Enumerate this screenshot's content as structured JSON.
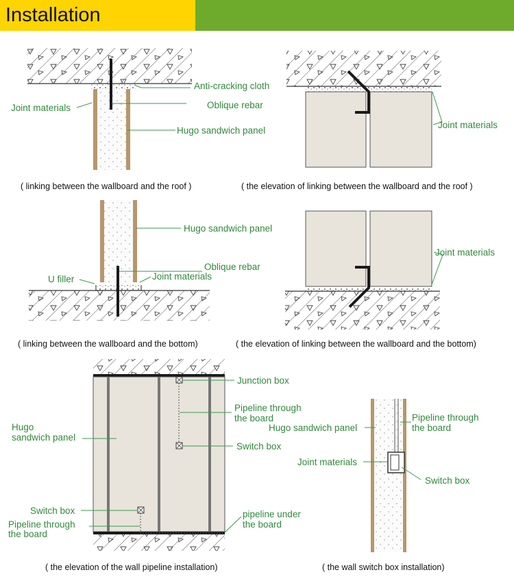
{
  "header": {
    "title": "Installation",
    "accent_yellow": "#ffd400",
    "accent_green": "#6eab2c"
  },
  "label_color": "#2f8a3a",
  "diagrams": {
    "roof": {
      "caption": "( linking between the wallboard and the roof )",
      "labels": {
        "cloth": "Anti-cracking cloth",
        "joint": "Joint materials",
        "rebar": "Oblique rebar",
        "panel": "Hugo sandwich panel"
      }
    },
    "roof_elev": {
      "caption": "( the elevation of linking between the wallboard and the roof )",
      "labels": {
        "joint": "Joint materials"
      }
    },
    "bottom": {
      "caption": "( linking between the wallboard and the bottom)",
      "labels": {
        "panel": "Hugo sandwich panel",
        "rebar": "Oblique rebar",
        "ufiller": "U filler",
        "joint": "Joint materials"
      }
    },
    "bottom_elev": {
      "caption": "( the elevation of linking between the wallboard and the bottom)",
      "labels": {
        "joint": "Joint materials"
      }
    },
    "pipeline": {
      "caption": "( the elevation of  the wall pipeline installation)",
      "labels": {
        "junction": "Junction box",
        "pipe_line1": "Pipeline through",
        "pipe_line2": "the board",
        "switch_right": "Switch box",
        "hugo_line1": "Hugo",
        "hugo_line2": "sandwich panel",
        "switch_left": "Switch box",
        "pipe_left1": "Pipeline through",
        "pipe_left2": "the board",
        "under1": "pipeline under",
        "under2": "the board"
      }
    },
    "switch": {
      "caption": "( the wall switch box installation)",
      "labels": {
        "pipe1": "Pipeline through",
        "pipe2": "the board",
        "panel": "Hugo sandwich panel",
        "joint": "Joint materials",
        "switch": "Switch box"
      }
    }
  }
}
